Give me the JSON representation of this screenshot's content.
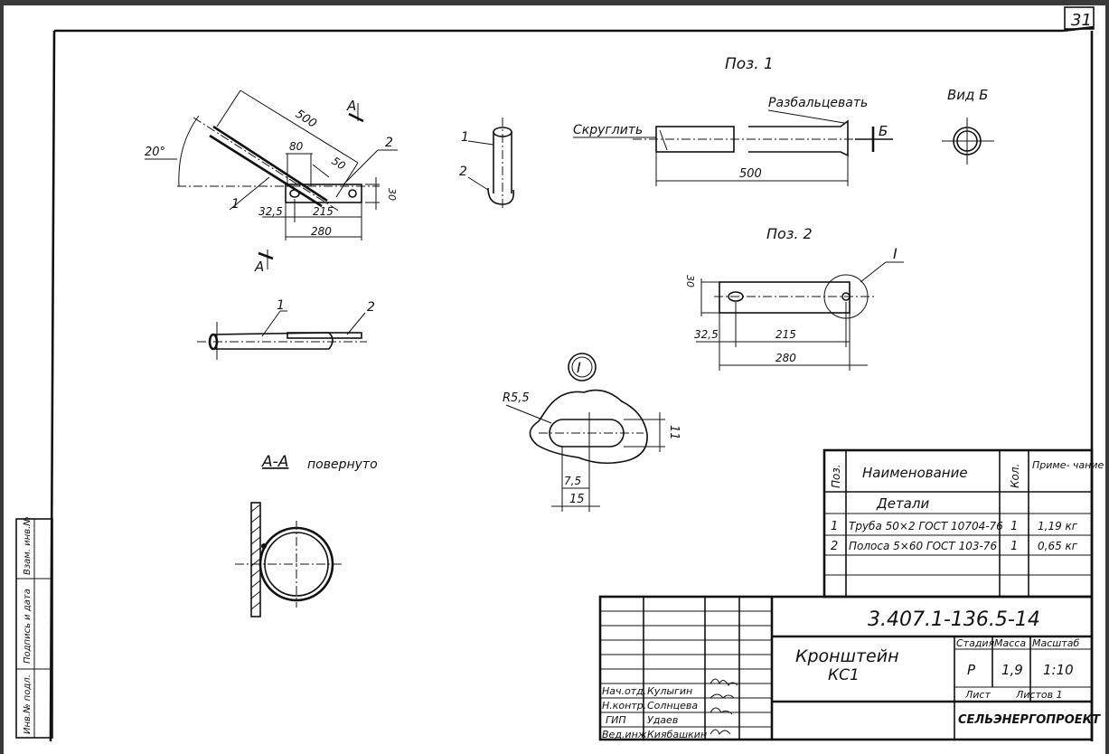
{
  "sheet_number": "31",
  "pos1": {
    "title": "Поз. 1",
    "round_label": "Скруглить",
    "flare_label": "Разбальцевать",
    "arrow_label": "Б",
    "length": "500"
  },
  "view_b": {
    "title": "Вид Б"
  },
  "assembly": {
    "angle": "20°",
    "length": "500",
    "d80": "80",
    "d50": "50",
    "d30": "30",
    "d32_5": "32,5",
    "d215": "215",
    "d280": "280",
    "pos_1": "1",
    "pos_2": "2",
    "section_mark": "А"
  },
  "side_view": {
    "pos_1": "1",
    "pos_2": "2"
  },
  "pipe_view": {
    "pos_1": "1",
    "pos_2": "2"
  },
  "pos2": {
    "title": "Поз. 2",
    "d30": "30",
    "d32_5": "32,5",
    "d215": "215",
    "d280": "280",
    "detail_mark": "I"
  },
  "detail_i": {
    "mark": "I",
    "radius": "R5,5",
    "d11": "11",
    "d7_5": "7,5",
    "d15": "15"
  },
  "section_aa": {
    "title": "А-А",
    "note": "повернуто"
  },
  "spec_table": {
    "headers": {
      "pos": "Поз.",
      "name": "Наименование",
      "qty": "Кол.",
      "note": "Приме-\nчание"
    },
    "section": "Детали",
    "rows": [
      {
        "pos": "1",
        "name": "Труба 50×2 ГОСТ 10704-76",
        "qty": "1",
        "note": "1,19 кг"
      },
      {
        "pos": "2",
        "name": "Полоса 5×60 ГОСТ 103-76",
        "qty": "1",
        "note": "0,65 кг"
      }
    ]
  },
  "title_block": {
    "doc_code": "3.407.1-136.5-14",
    "name_line1": "Кронштейн",
    "name_line2": "КС1",
    "stage_h": "Стадия",
    "mass_h": "Масса",
    "scale_h": "Масштаб",
    "stage": "Р",
    "mass": "1,9",
    "scale": "1:10",
    "sheet_h": "Лист",
    "sheets_h": "Листов 1",
    "org": "СЕЛЬЭНЕРГОПРОЕКТ",
    "signers": [
      {
        "role": "Нач.отд.",
        "name": "Кулыгин"
      },
      {
        "role": "Н.контр.",
        "name": "Солнцева"
      },
      {
        "role": "ГИП",
        "name": "Удаев"
      },
      {
        "role": "Вед.инж.",
        "name": "Киябашкин"
      }
    ]
  },
  "side_stamp": {
    "cells": [
      "Инв.№ подл.",
      "Подпись и дата",
      "Взам. инв.№"
    ]
  }
}
